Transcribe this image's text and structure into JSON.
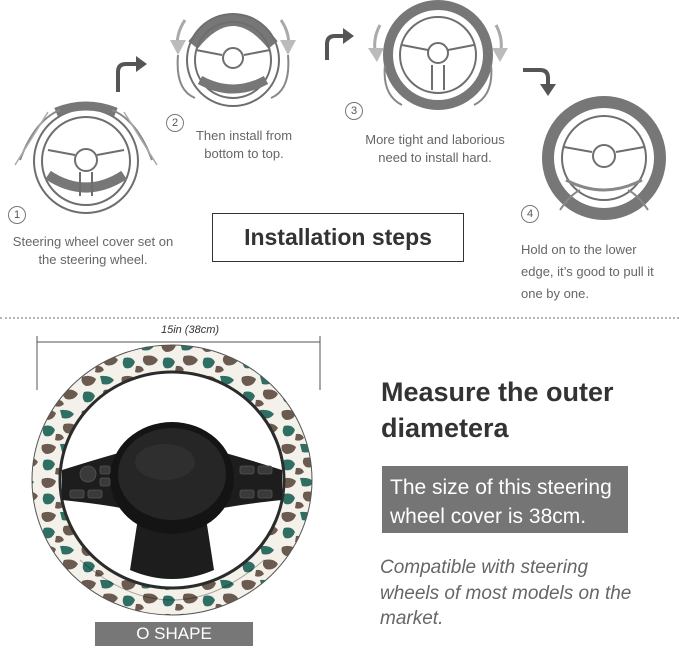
{
  "installation": {
    "title": "Installation steps",
    "steps": [
      {
        "num": "1",
        "text": "Steering wheel cover set on the steering wheel."
      },
      {
        "num": "2",
        "text": "Then install from bottom to top."
      },
      {
        "num": "3",
        "text": "More tight and laborious need to install hard."
      },
      {
        "num": "4",
        "text": "Hold on to the lower edge, it’s good to pull it one by one."
      }
    ]
  },
  "measure": {
    "dimension_label": "15in (38cm)",
    "title": "Measure the outer diametera",
    "size_note": "The size of this steering wheel cover is 38cm.",
    "compat_note": "Compatible with steering wheels of most models on the market.",
    "shape_label": "O SHAPE"
  },
  "colors": {
    "pattern_brown": "#6a5a50",
    "pattern_green": "#2f6e63",
    "pattern_cream": "#f4f1ea",
    "box_gray": "#757575"
  }
}
